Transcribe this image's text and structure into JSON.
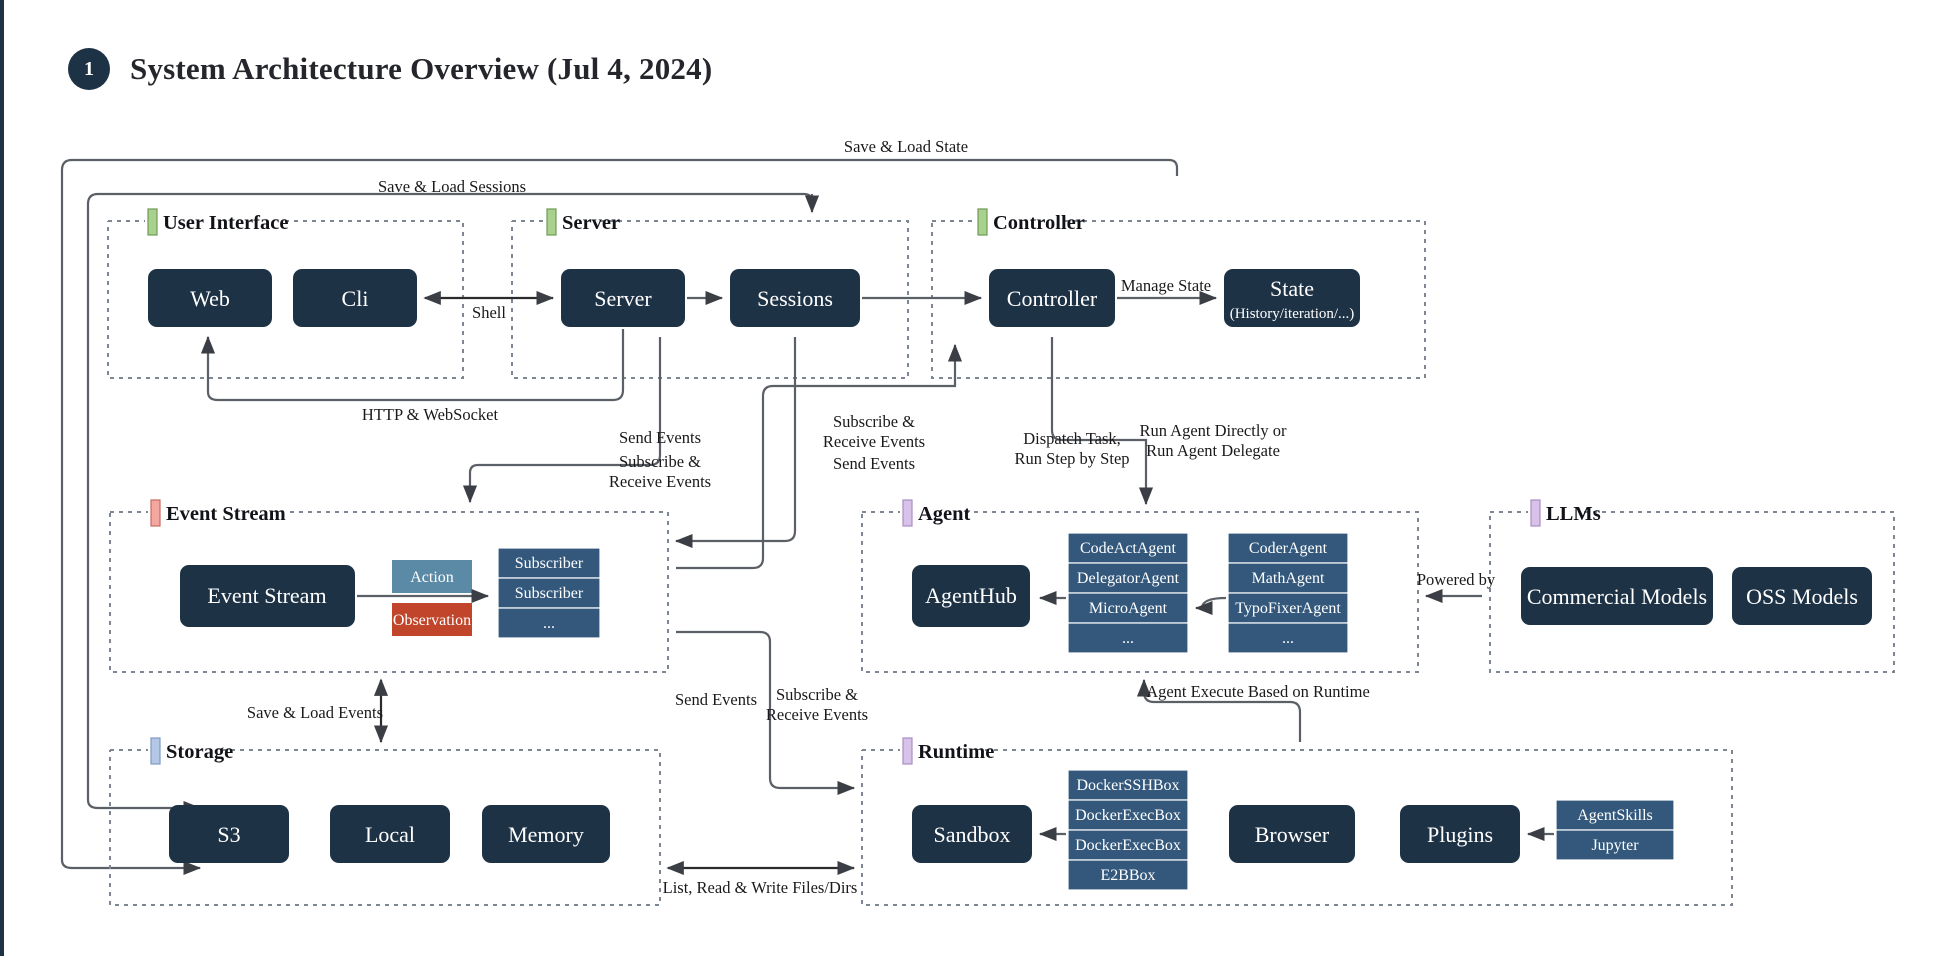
{
  "slide": {
    "number": "1",
    "title": "System Architecture Overview (Jul 4, 2024)"
  },
  "colors": {
    "node_fill": "#1e3246",
    "stack_fill": "#33587c",
    "action_fill": "#5b8aa6",
    "observation_fill": "#c0452a",
    "group_border": "#7d8793",
    "edge": "#5b5f66",
    "tick_user_interface": "#a9d18e",
    "tick_server": "#a9d18e",
    "tick_controller": "#a9d18e",
    "tick_event_stream": "#f4a6a0",
    "tick_storage": "#b4c7e7",
    "tick_agent": "#d9c2e9",
    "tick_llms": "#d9c2e9",
    "tick_runtime": "#d9c2e9"
  },
  "groups": {
    "user_interface": "User Interface",
    "server": "Server",
    "controller": "Controller",
    "event_stream": "Event Stream",
    "agent": "Agent",
    "llms": "LLMs",
    "storage": "Storage",
    "runtime": "Runtime"
  },
  "nodes": {
    "web": "Web",
    "cli": "Cli",
    "server": "Server",
    "sessions": "Sessions",
    "controller": "Controller",
    "state": "State",
    "state_sub": "(History/iteration/...)",
    "event_stream": "Event Stream",
    "agent_hub": "AgentHub",
    "commercial_models": "Commercial Models",
    "oss_models": "OSS Models",
    "s3": "S3",
    "local": "Local",
    "memory": "Memory",
    "sandbox": "Sandbox",
    "browser": "Browser",
    "plugins": "Plugins"
  },
  "tags": {
    "action": "Action",
    "observation": "Observation"
  },
  "stacks": {
    "subscribers": [
      "Subscriber",
      "Subscriber",
      "..."
    ],
    "agents_left": [
      "CodeActAgent",
      "DelegatorAgent",
      "MicroAgent",
      "..."
    ],
    "agents_right": [
      "CoderAgent",
      "MathAgent",
      "TypoFixerAgent",
      "..."
    ],
    "sandboxes": [
      "DockerSSHBox",
      "DockerExecBox",
      "DockerExecBox",
      "E2BBox"
    ],
    "plugins": [
      "AgentSkills",
      "Jupyter"
    ]
  },
  "edges": {
    "save_load_state": "Save & Load State",
    "save_load_sessions": "Save & Load Sessions",
    "shell": "Shell",
    "http_websocket": "HTTP & WebSocket",
    "manage_state": "Manage State",
    "send_events_1": "Send Events",
    "subscribe_receive_1_a": "Subscribe &",
    "subscribe_receive_1_b": "Receive Events",
    "subscribe_receive_2_a": "Subscribe &",
    "subscribe_receive_2_b": "Receive Events",
    "send_events_2": "Send Events",
    "dispatch_task_a": "Dispatch Task,",
    "dispatch_task_b": "Run Step by Step",
    "run_agent_a": "Run Agent Directly or",
    "run_agent_b": "Run Agent Delegate",
    "powered_by": "Powered by",
    "save_load_events": "Save & Load Events",
    "send_events_3": "Send Events",
    "subscribe_receive_3_a": "Subscribe &",
    "subscribe_receive_3_b": "Receive Events",
    "agent_execute": "Agent Execute Based on Runtime",
    "list_read_write": "List, Read & Write Files/Dirs"
  }
}
